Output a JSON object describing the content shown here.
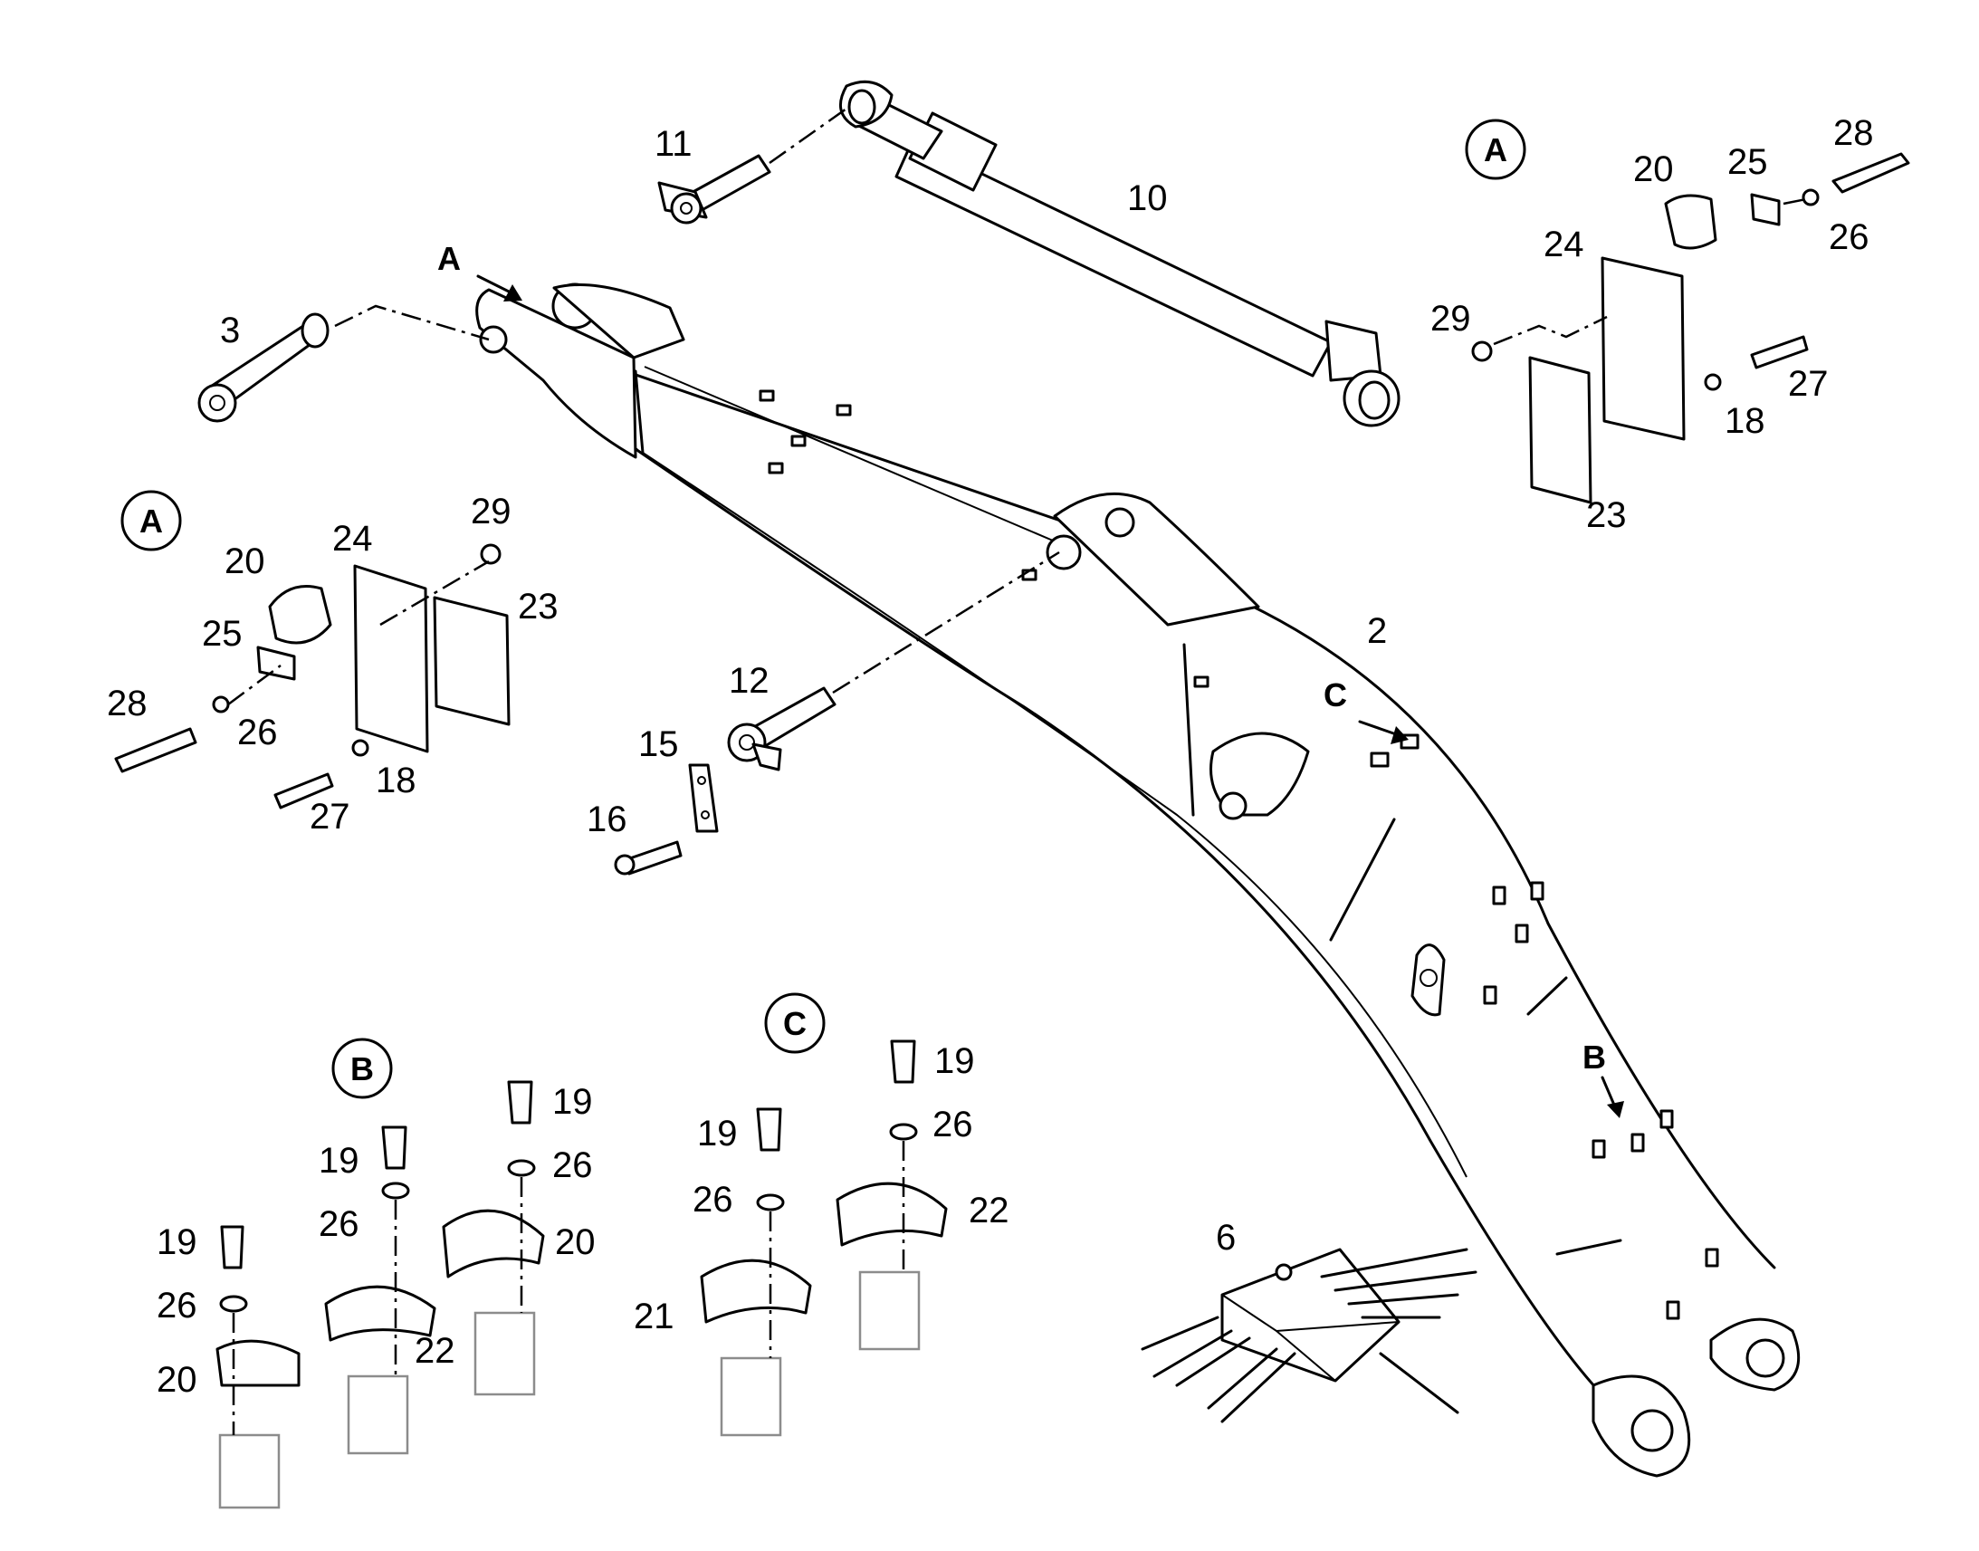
{
  "callouts": {
    "c_2": "2",
    "c_3": "3",
    "c_6": "6",
    "c_10": "10",
    "c_11": "11",
    "c_12": "12",
    "c_15": "15",
    "c_16": "16",
    "ra_20": "20",
    "ra_25": "25",
    "ra_28": "28",
    "ra_26": "26",
    "ra_24": "24",
    "ra_29": "29",
    "ra_27": "27",
    "ra_18": "18",
    "ra_23": "23",
    "la_24": "24",
    "la_29": "29",
    "la_20": "20",
    "la_23": "23",
    "la_25": "25",
    "la_28": "28",
    "la_26": "26",
    "la_18": "18",
    "la_27": "27",
    "b_19a": "19",
    "b_26a": "26",
    "b_20a": "20",
    "b_19b": "19",
    "b_26b": "26",
    "b_22": "22",
    "b_19c": "19",
    "b_26c": "26",
    "b_20c": "20",
    "c_19a": "19",
    "c_26a": "26",
    "c_21": "21",
    "c_19b": "19",
    "c_26b": "26",
    "c_22": "22"
  },
  "view_markers": {
    "arrow_a": "A",
    "arrow_b": "B",
    "arrow_c": "C",
    "circle_a_right": "A",
    "circle_a_left": "A",
    "circle_b": "B",
    "circle_c": "C"
  }
}
